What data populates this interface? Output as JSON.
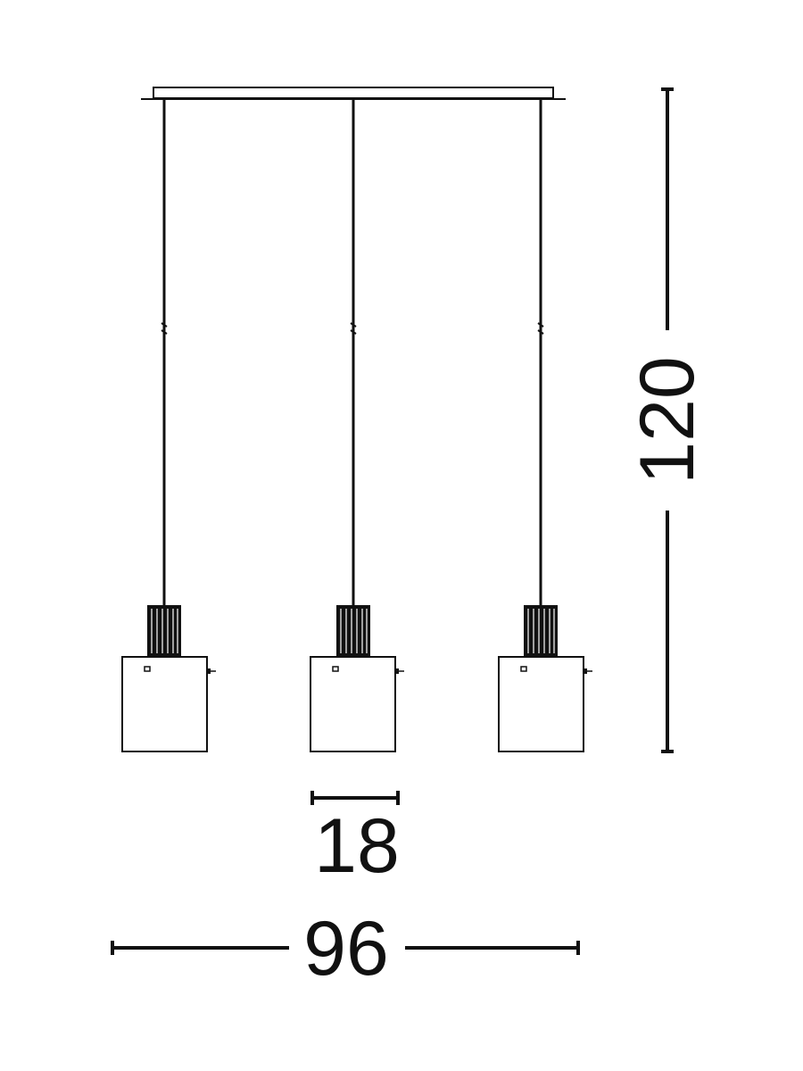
{
  "dimensions": {
    "total_height": "120",
    "shade_width": "18",
    "total_width": "96"
  },
  "colors": {
    "stroke": "#111111",
    "background": "#ffffff"
  }
}
